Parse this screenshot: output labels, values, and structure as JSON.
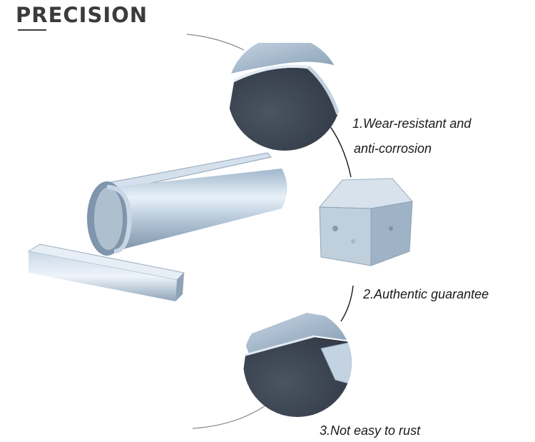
{
  "header": {
    "title": "PRECISION"
  },
  "features": [
    {
      "line1": "1.Wear-resistant and",
      "line2": "anti-corrosion"
    },
    {
      "line1": "2.Authentic guarantee"
    },
    {
      "line1": "3.Not easy to rust"
    }
  ],
  "colors": {
    "title": "#3b3b3b",
    "metal_light": "#d9e6f2",
    "metal_mid": "#9fb6cc",
    "metal_dark": "#3f4a57"
  }
}
